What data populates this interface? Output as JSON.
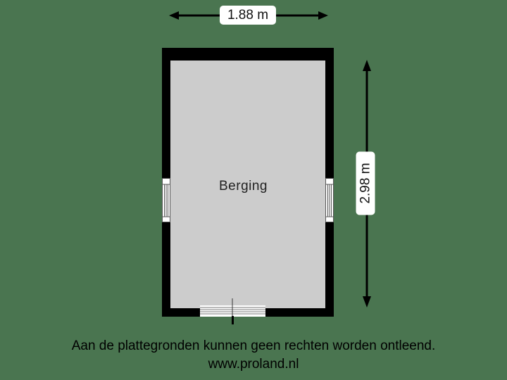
{
  "plan": {
    "room_name": "Berging",
    "width_dimension": "1.88 m",
    "height_dimension": "2.98 m",
    "colors": {
      "background": "#4a7550",
      "wall": "#000000",
      "floor": "#cccccc",
      "label_bg": "#ffffff"
    }
  },
  "footer": {
    "disclaimer": "Aan de plattegronden kunnen geen rechten worden ontleend.",
    "website": "www.proland.nl"
  }
}
